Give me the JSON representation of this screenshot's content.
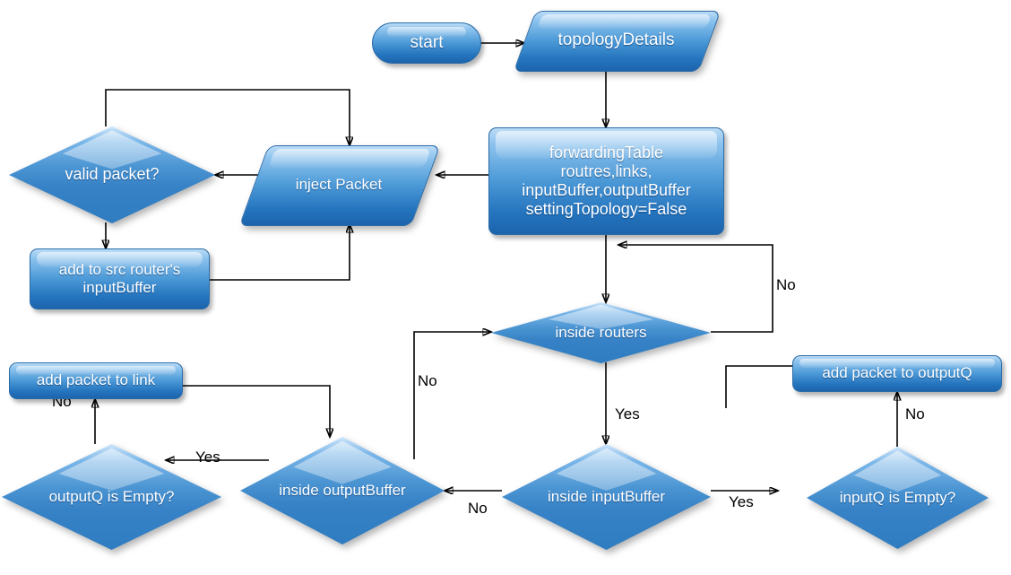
{
  "diagram": {
    "title": "Network Router Simulation Flowchart",
    "accent_color": "#2b7ac0",
    "node_text_color": "#ffffff",
    "edge_color": "#000000",
    "background": "#ffffff"
  },
  "nodes": {
    "start": {
      "label": "start",
      "shape": "terminator"
    },
    "topology_details": {
      "label": "topologyDetails",
      "shape": "parallelogram"
    },
    "forwarding_table": {
      "label": "forwardingTable\nroutres,links,\ninputBuffer,outputBuffer\nsettingTopology=False",
      "shape": "process"
    },
    "inject_packet": {
      "label": "inject Packet",
      "shape": "parallelogram"
    },
    "valid_packet": {
      "label": "valid packet?",
      "shape": "decision"
    },
    "add_to_src_router": {
      "label": "add to src router's\ninputBuffer",
      "shape": "process"
    },
    "inside_routers": {
      "label": "inside routers",
      "shape": "decision"
    },
    "add_packet_to_link": {
      "label": "add packet to link",
      "shape": "process"
    },
    "add_packet_to_outputq": {
      "label": "add packet to outputQ",
      "shape": "process"
    },
    "outputq_is_empty": {
      "label": "outputQ is Empty?",
      "shape": "decision"
    },
    "inside_outputbuffer": {
      "label": "inside outputBuffer",
      "shape": "decision"
    },
    "inside_inputbuffer": {
      "label": "inside inputBuffer",
      "shape": "decision"
    },
    "inputq_is_empty": {
      "label": "inputQ is Empty?",
      "shape": "decision"
    }
  },
  "edge_labels": {
    "inside_routers_no": "No",
    "inside_routers_yes": "Yes",
    "inside_outputbuffer_no": "No",
    "inside_outputbuffer_yes": "Yes",
    "inside_inputbuffer_no": "No",
    "inside_inputbuffer_yes": "Yes",
    "outputq_no": "No",
    "inputq_no": "No"
  },
  "edges": [
    {
      "from": "start",
      "to": "topology_details",
      "label": ""
    },
    {
      "from": "topology_details",
      "to": "forwarding_table",
      "label": ""
    },
    {
      "from": "forwarding_table",
      "to": "inject_packet",
      "label": ""
    },
    {
      "from": "inject_packet",
      "to": "valid_packet",
      "label": ""
    },
    {
      "from": "valid_packet",
      "to": "add_to_src_router",
      "label": ""
    },
    {
      "from": "valid_packet",
      "to": "inject_packet",
      "label": ""
    },
    {
      "from": "add_to_src_router",
      "to": "inject_packet",
      "label": ""
    },
    {
      "from": "forwarding_table",
      "to": "inside_routers",
      "label": ""
    },
    {
      "from": "inside_routers",
      "to": "inside_routers",
      "label": "No"
    },
    {
      "from": "inside_routers",
      "to": "inside_inputbuffer",
      "label": "Yes"
    },
    {
      "from": "inside_inputbuffer",
      "to": "inside_outputbuffer",
      "label": "No"
    },
    {
      "from": "inside_inputbuffer",
      "to": "inputq_is_empty",
      "label": "Yes"
    },
    {
      "from": "inside_outputbuffer",
      "to": "outputq_is_empty",
      "label": "Yes"
    },
    {
      "from": "inside_outputbuffer",
      "to": "inside_routers",
      "label": "No"
    },
    {
      "from": "outputq_is_empty",
      "to": "add_packet_to_link",
      "label": "No"
    },
    {
      "from": "add_packet_to_link",
      "to": "inside_outputbuffer",
      "label": ""
    },
    {
      "from": "inputq_is_empty",
      "to": "add_packet_to_outputq",
      "label": "No"
    },
    {
      "from": "add_packet_to_outputq",
      "to": "",
      "label": ""
    }
  ]
}
